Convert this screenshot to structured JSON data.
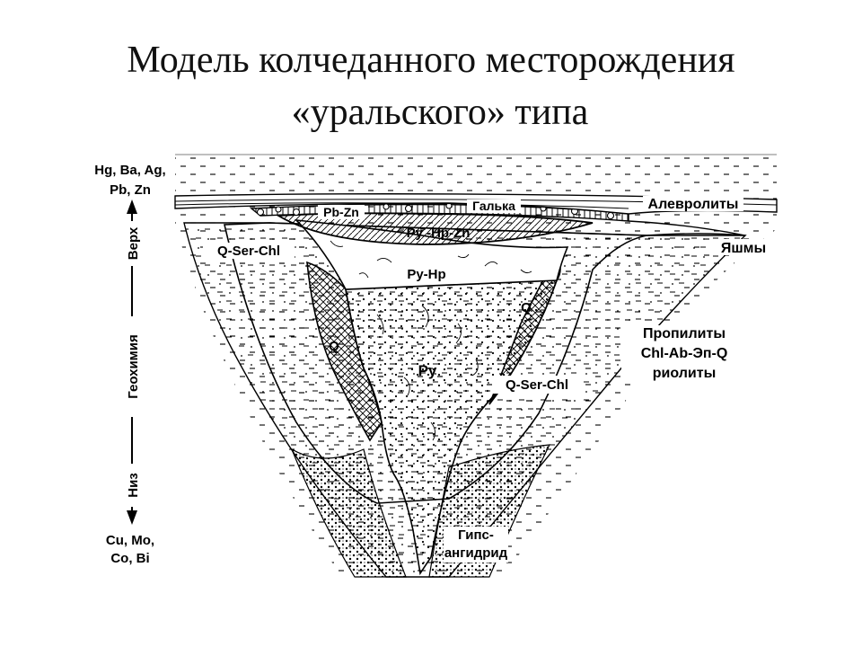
{
  "title": {
    "line1": "Модель колчеданного месторождения",
    "line2": "«уральского» типа"
  },
  "geochem": {
    "top_elements_1": "Hg, Ba, Ag,",
    "top_elements_2": "Pb, Zn",
    "bottom_elements_1": "Cu, Mo,",
    "bottom_elements_2": "Co, Bi",
    "upper_label": "Верх",
    "middle_label": "Геохимия",
    "lower_label": "Низ"
  },
  "zones": {
    "pb_zn": "Pb-Zn",
    "galka": "Галька",
    "alevrolity": "Алевролиты",
    "py_hp_zn": "Py -Hp-Zn",
    "q_ser_chl_upper": "Q-Ser-Chl",
    "yashmy": "Яшмы",
    "py_hp": "Py-Hp",
    "q_right": "Q",
    "q_left": "Q",
    "py": "Py",
    "q_ser_chl_lower": "Q-Ser-Chl",
    "propility_1": "Пропилиты",
    "propility_2": "Chl-Ab-Эп-Q",
    "propility_3": "риолиты",
    "gips_1": "Гипс-",
    "gips_2": "ангидрид"
  },
  "colors": {
    "ink": "#000000",
    "paper": "#ffffff"
  }
}
